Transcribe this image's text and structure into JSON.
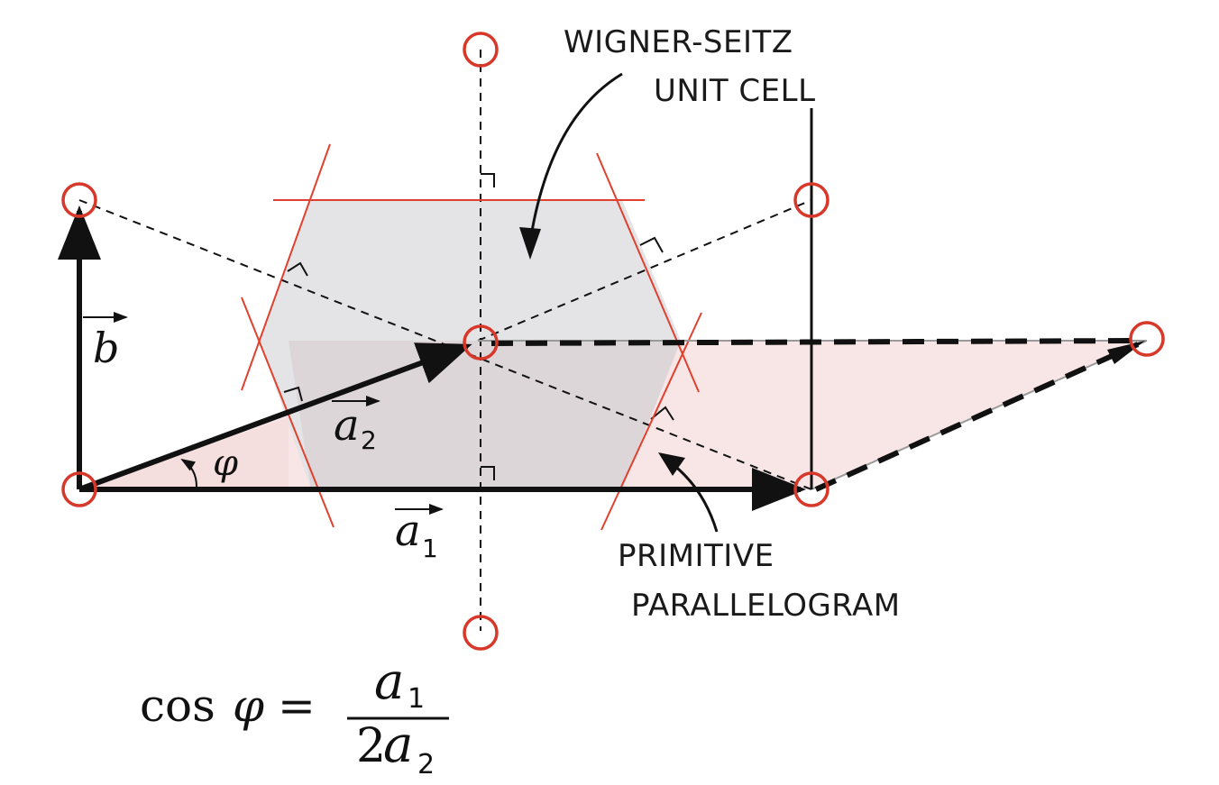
{
  "labels": {
    "wigner_seitz_line1": "WIGNER-SEITZ",
    "wigner_seitz_line2": "UNIT CELL",
    "primitive_line1": "PRIMITIVE",
    "primitive_line2": "PARALLELOGRAM"
  },
  "vectors": {
    "a1": {
      "letter": "a",
      "subscript": "1"
    },
    "a2": {
      "letter": "a",
      "subscript": "2"
    },
    "b": {
      "letter": "b"
    }
  },
  "angle_symbol": "φ",
  "equation": {
    "lhs": "cos",
    "symbol": "φ",
    "equals": "=",
    "numerator_letter": "a",
    "numerator_sub": "1",
    "denominator_coef": "2",
    "denominator_letter": "a",
    "denominator_sub": "2"
  },
  "colors": {
    "lattice_point": "#d7382a",
    "cell_boundary": "#e0412f",
    "wigner_seitz_fill": "#e4e4e6",
    "parallelogram_fill": "#f8e6e6",
    "overlap_fill": "#dcd6d8",
    "ink": "#111111"
  }
}
